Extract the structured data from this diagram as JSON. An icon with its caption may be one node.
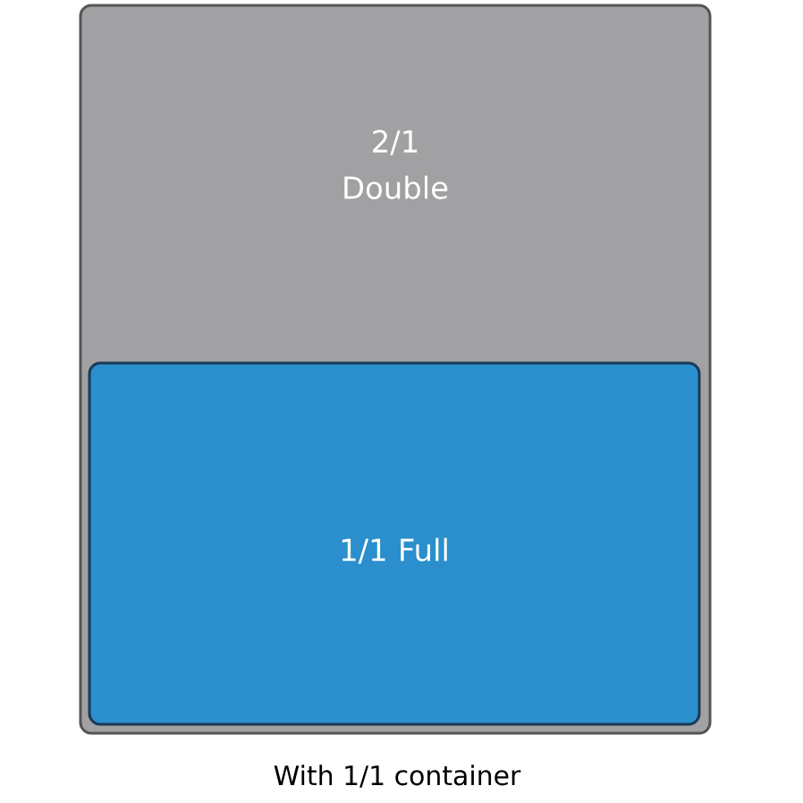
{
  "diagram": {
    "caption": "With 1/1 container",
    "nodes": [
      {
        "text": [
          "2/1 Double"
        ]
      },
      {
        "text": [
          "1/1 Full"
        ],
        "in": 0
      }
    ]
  }
}
